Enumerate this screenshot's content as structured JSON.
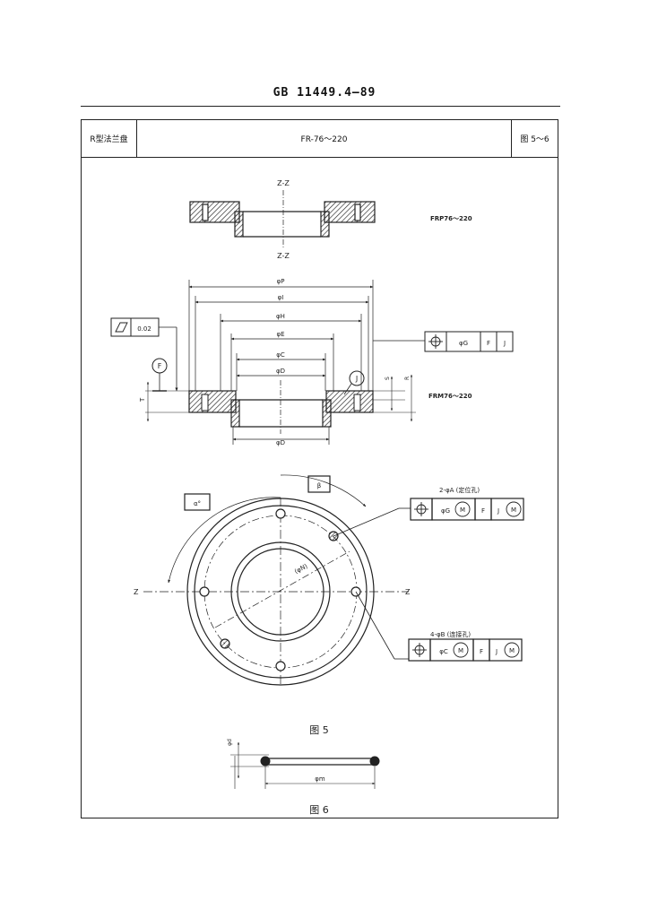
{
  "page": {
    "standard_code": "GB 11449.4—89",
    "title_row": {
      "left": "R型法兰盘",
      "middle": "FR-76～220",
      "right": "图 5～6"
    }
  },
  "figure5": {
    "section_label_top": "Z-Z",
    "section_label_bottom": "Z-Z",
    "frp_label": "FRP76～220",
    "frm_label": "FRM76～220",
    "dim_P": "φP",
    "dim_I": "φI",
    "dim_H": "φH",
    "dim_E": "φE",
    "dim_C": "φC",
    "dim_D_top": "φD",
    "dim_D_bottom": "φD",
    "datum_F": "F",
    "datum_J": "J",
    "dim_T": "T",
    "dim_S": "S",
    "dim_R": "R",
    "flatness_value": "0.02",
    "position_frame_1": {
      "dia": "φG",
      "datum1": "F",
      "datum2": "J"
    },
    "angle_alpha": "α°",
    "angle_beta": "β",
    "axis_left": "Z",
    "axis_right": "Z",
    "pcd_label": "(φN)",
    "hole_A_note": "2-φA (定位孔)",
    "hole_A_frame": {
      "dia": "φG",
      "mod": "M",
      "datum1": "F",
      "datum2": "J",
      "mod2": "M"
    },
    "hole_B_note": "4-φB (连接孔)",
    "hole_B_frame": {
      "dia": "φC",
      "mod": "M",
      "datum1": "F",
      "datum2": "J",
      "mod2": "M"
    },
    "caption": "图 5"
  },
  "figure6": {
    "dim_d": "φd",
    "dim_m": "φm",
    "caption": "图 6"
  }
}
